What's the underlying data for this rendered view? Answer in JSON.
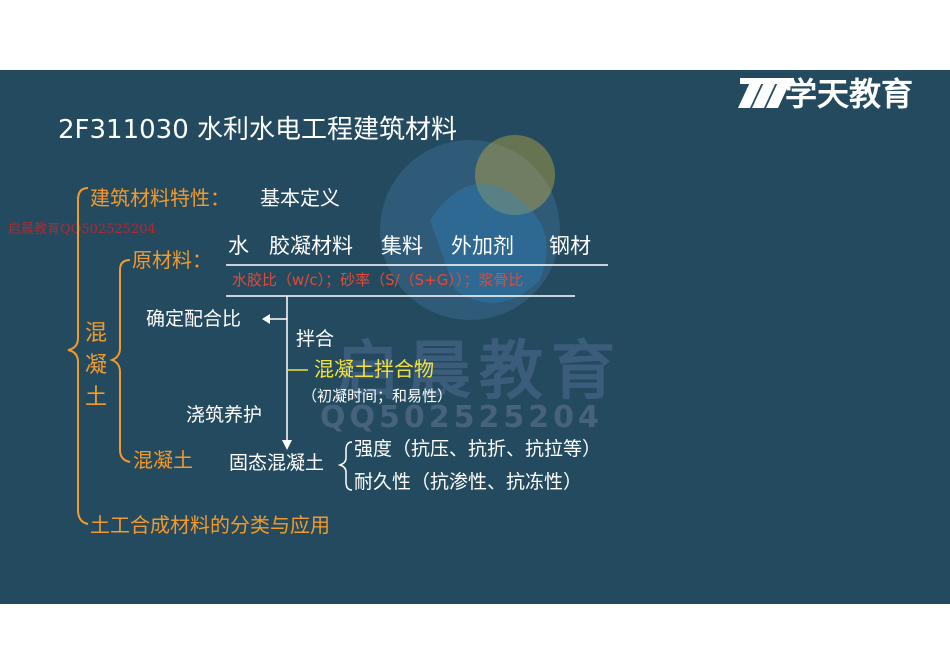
{
  "brand": {
    "name": "学天教育"
  },
  "title": "2F311030 水利水电工程建筑材料",
  "watermarks": {
    "small": "启晨教育QQ502525204",
    "big_cn": "启晨教育",
    "big_num": "QQ502525204"
  },
  "tree": {
    "root": "混凝土",
    "branch_properties": {
      "label": "建筑材料特性：",
      "value": "基本定义"
    },
    "branch_raw": {
      "label": "原材料：",
      "items": [
        "水",
        "胶凝材料",
        "集料",
        "外加剂",
        "钢材"
      ],
      "ratios": "水胶比（w/c）；砂率（S/（S+G））；浆骨比"
    },
    "mix_design": "确定配合比",
    "mixing": "拌合",
    "mixture": {
      "label": "混凝土拌合物",
      "props": "（初凝时间；和易性）"
    },
    "pouring": "浇筑养护",
    "branch_concrete": {
      "label": "混凝土",
      "solid": "固态混凝土",
      "props": [
        "强度（抗压、抗折、抗拉等）",
        "耐久性（抗渗性、抗冻性）"
      ]
    },
    "branch_geo": "土工合成材料的分类与应用"
  },
  "colors": {
    "slide_bg": "#234a5e",
    "orange": "#f39a2b",
    "yellow": "#f5e23a",
    "red": "#e24a3a",
    "text": "#ffffff"
  }
}
